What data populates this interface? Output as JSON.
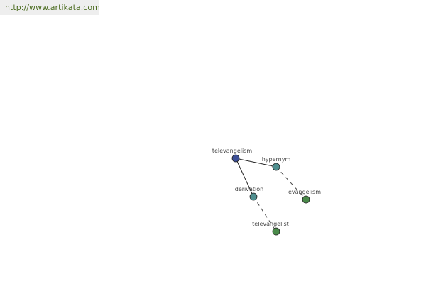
{
  "header": {
    "url": "http://www.artikata.com",
    "url_color": "#4a6b1e"
  },
  "graph": {
    "nodes": {
      "televangelism": {
        "label": "televangelism",
        "color": "#3c4f96"
      },
      "hypernym": {
        "label": "hypernym",
        "color": "#4f8f8f"
      },
      "derivation": {
        "label": "derivation",
        "color": "#4f8f8f"
      },
      "evangelism": {
        "label": "evangelism",
        "color": "#4a8a4a"
      },
      "televangelist": {
        "label": "televangelist",
        "color": "#4a8a4a"
      }
    },
    "edges": [
      {
        "from": "televangelism",
        "to": "hypernym",
        "style": "solid"
      },
      {
        "from": "televangelism",
        "to": "derivation",
        "style": "solid"
      },
      {
        "from": "hypernym",
        "to": "evangelism",
        "style": "dashed"
      },
      {
        "from": "derivation",
        "to": "televangelist",
        "style": "dashed"
      }
    ]
  }
}
